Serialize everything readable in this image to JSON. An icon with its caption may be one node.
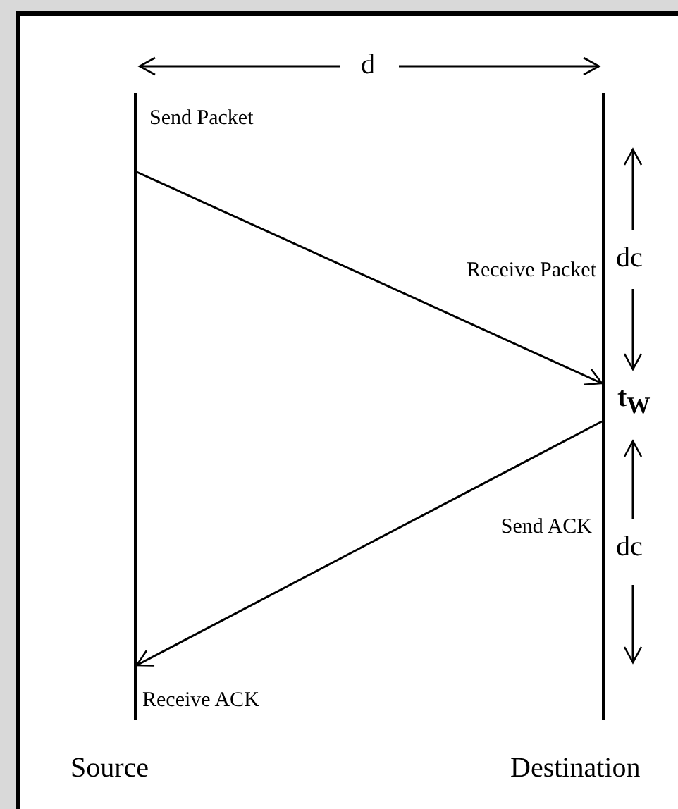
{
  "diagram": {
    "nodes": [
      {
        "text": [],
        "shape": "line",
        "beside": [
          "Source"
        ]
      },
      {
        "text": [],
        "shape": "line",
        "beside": [
          "Destination"
        ]
      }
    ],
    "edges": [
      {
        "from": 0,
        "to": 1,
        "arrow": "to"
      },
      {
        "from": 1,
        "to": 0,
        "arrow": "to"
      }
    ],
    "labels": [
      "d",
      "Send Packet",
      "Receive Packet",
      "dc",
      "t$_{W}$",
      "Send ACK",
      "dc",
      "Receive ACK"
    ]
  }
}
